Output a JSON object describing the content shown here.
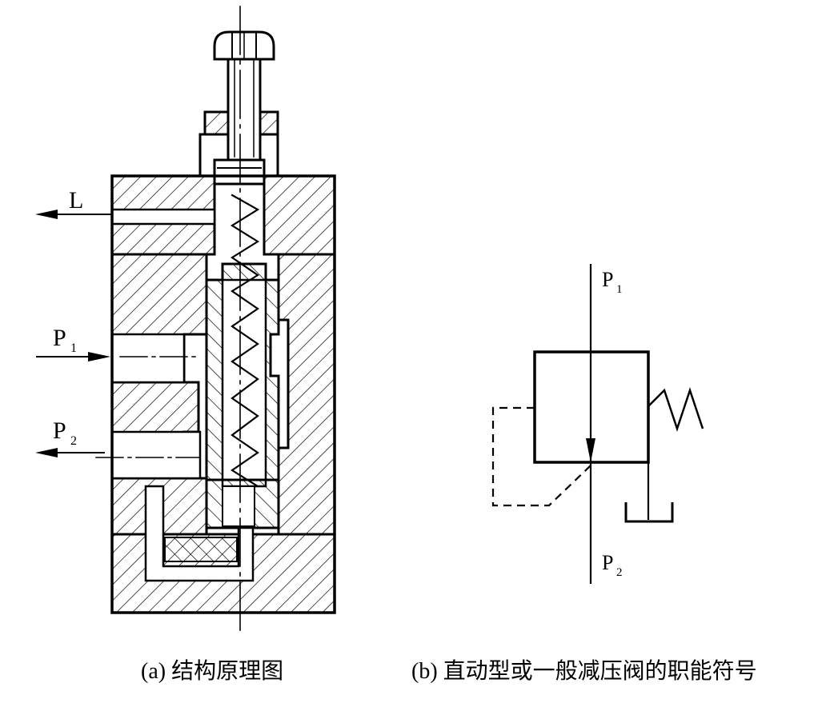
{
  "figure_a": {
    "port_l": "L",
    "port_p1": "P",
    "port_p1_sub": "1",
    "port_p2": "P",
    "port_p2_sub": "2",
    "caption": "(a) 结构原理图"
  },
  "figure_b": {
    "port_p1": "P",
    "port_p1_sub": "1",
    "port_p2": "P",
    "port_p2_sub": "2",
    "caption": "(b) 直动型或一般减压阀的职能符号"
  },
  "colors": {
    "ink": "#000000",
    "paper": "#ffffff"
  }
}
